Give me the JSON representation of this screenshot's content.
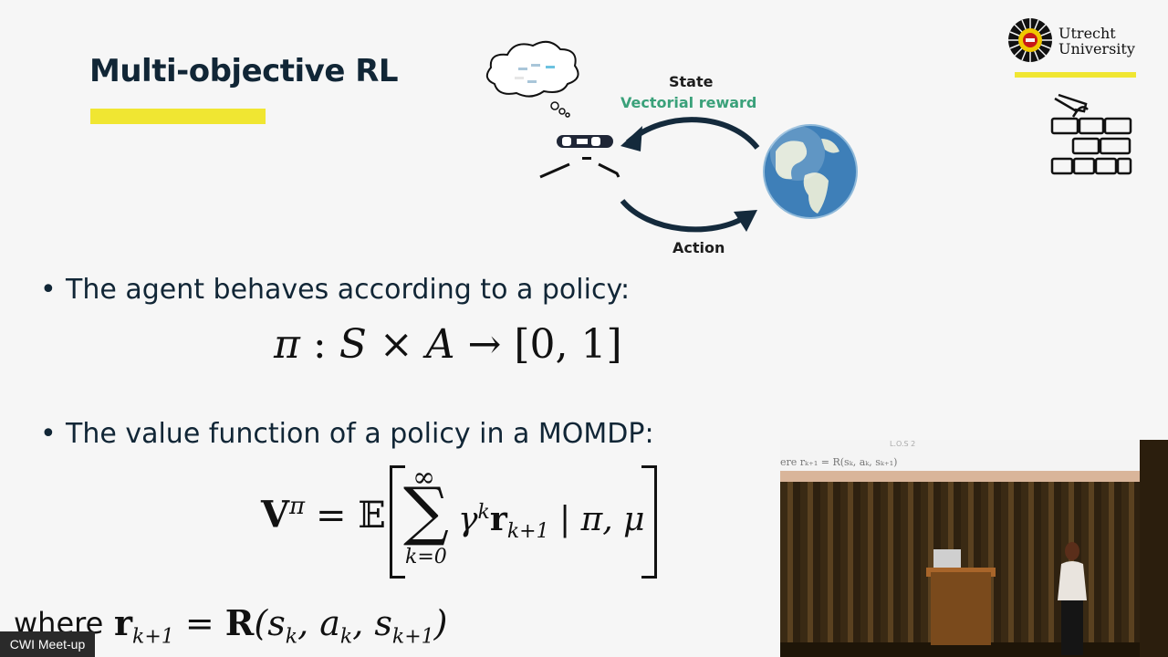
{
  "slide": {
    "title": "Multi-objective RL",
    "logo": {
      "line1": "Utrecht",
      "line2": "University"
    },
    "diagram": {
      "state_label": "State",
      "reward_label": "Vectorial reward",
      "action_label": "Action",
      "icons": [
        "thought-cloud-icon",
        "robot-agent-icon",
        "globe-icon",
        "brick-wall-icon"
      ]
    },
    "bullets": [
      "The agent behaves according to a policy:",
      "The value function of a policy in a MOMDP:"
    ],
    "equations": {
      "policy": {
        "pi": "π",
        "colon": " : ",
        "S": "S",
        "times": " × ",
        "A": "A",
        "arrow": " → ",
        "range": "[0, 1]"
      },
      "value": {
        "V": "V",
        "V_sup": "π",
        "eq": "=",
        "E": "𝔼",
        "sum_upper": "∞",
        "sum_symbol": "∑",
        "sum_lower": "k=0",
        "gamma": "γ",
        "gamma_sup": "k",
        "r": "r",
        "r_sub": "k+1",
        "cond": " | π, μ"
      },
      "where_word": "where",
      "reward": {
        "r": "r",
        "r_sub": "k+1",
        "eq": " = ",
        "R": "R",
        "args": "(s",
        "s_sub": "k",
        "a": ", a",
        "a_sub": "k",
        "s2": ", s",
        "s2_sub": "k+1",
        "close": ")"
      }
    }
  },
  "overlay": {
    "badge": "CWI Meet-up",
    "pip_text": "ere rₖ₊₁ = R(sₖ, aₖ, sₖ₊₁)",
    "pip_tiny": "L.O.S                2"
  },
  "colors": {
    "title": "#112636",
    "accent_yellow": "#f0e632",
    "reward_green": "#3aa17a",
    "arrow_navy": "#142a3c"
  }
}
